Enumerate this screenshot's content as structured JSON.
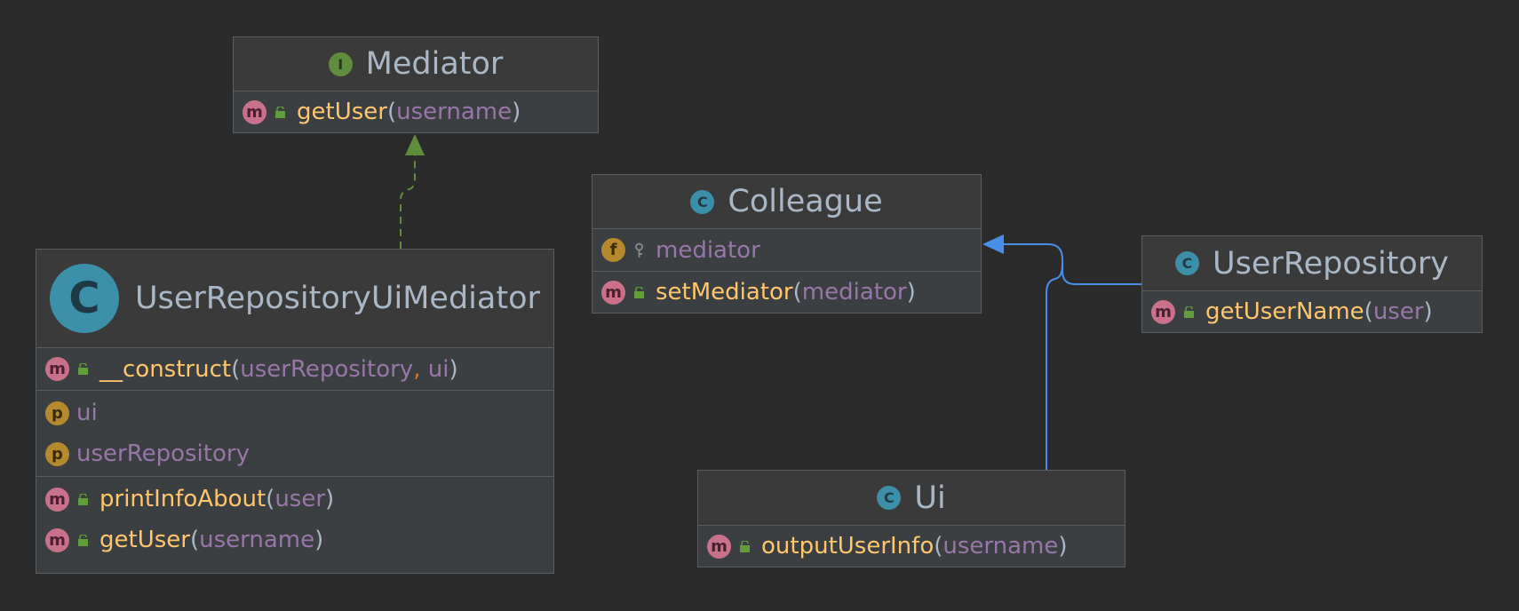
{
  "colors": {
    "background": "#2b2b2b",
    "box": "#3c3f41",
    "border": "#5a5d60",
    "method_name": "#ffc66d",
    "param": "#9876aa",
    "implements_arrow": "#5f8d3b",
    "extends_arrow": "#4a8fe7"
  },
  "classes": {
    "mediator": {
      "kind": "interface",
      "badge": "I",
      "name": "Mediator",
      "methods": [
        {
          "badge": "m",
          "name": "getUser",
          "params": [
            "username"
          ]
        }
      ]
    },
    "colleague": {
      "kind": "abstract-class",
      "badge": "C",
      "name": "Colleague",
      "fields": [
        {
          "badge": "f",
          "name": "mediator"
        }
      ],
      "methods": [
        {
          "badge": "m",
          "name": "setMediator",
          "params": [
            "mediator"
          ]
        }
      ]
    },
    "user_repository": {
      "kind": "class",
      "badge": "C",
      "name": "UserRepository",
      "methods": [
        {
          "badge": "m",
          "name": "getUserName",
          "params": [
            "user"
          ]
        }
      ]
    },
    "ui": {
      "kind": "class",
      "badge": "C",
      "name": "Ui",
      "methods": [
        {
          "badge": "m",
          "name": "outputUserInfo",
          "params": [
            "username"
          ]
        }
      ]
    },
    "user_repository_ui_mediator": {
      "kind": "class",
      "badge": "C",
      "name": "UserRepositoryUiMediator",
      "constructor": {
        "badge": "m",
        "name": "__construct",
        "params": [
          "userRepository",
          "ui"
        ]
      },
      "properties": [
        {
          "badge": "p",
          "name": "ui"
        },
        {
          "badge": "p",
          "name": "userRepository"
        }
      ],
      "methods": [
        {
          "badge": "m",
          "name": "printInfoAbout",
          "params": [
            "user"
          ]
        },
        {
          "badge": "m",
          "name": "getUser",
          "params": [
            "username"
          ]
        }
      ]
    }
  },
  "relations": [
    {
      "type": "implements",
      "from": "UserRepositoryUiMediator",
      "to": "Mediator",
      "icon": "hollow-triangle-arrow-icon"
    },
    {
      "type": "extends",
      "from": "UserRepository",
      "to": "Colleague",
      "icon": "filled-triangle-arrow-icon"
    },
    {
      "type": "extends",
      "from": "Ui",
      "to": "Colleague",
      "icon": "filled-triangle-arrow-icon"
    }
  ],
  "punctuation": {
    "open": "(",
    "close": ")",
    "comma": ", "
  }
}
